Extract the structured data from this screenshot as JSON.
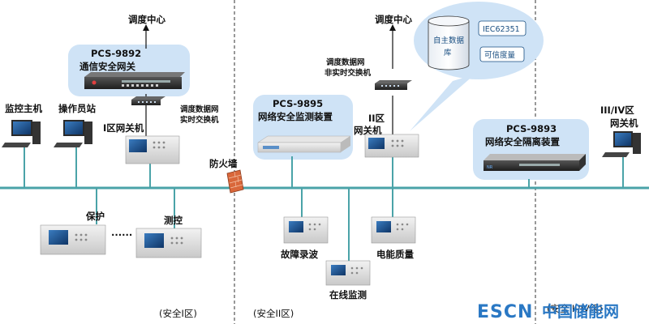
{
  "labels": {
    "dispatch_center_left": "调度中心",
    "dispatch_center_right": "调度中心",
    "pcs9892_model": "PCS-9892",
    "pcs9892_name": "通信安全网关",
    "pcs9895_model": "PCS-9895",
    "pcs9895_name": "网络安全监测装置",
    "pcs9893_model": "PCS-9893",
    "pcs9893_name": "网络安全隔离装置",
    "monitor_host": "监控主机",
    "operator_station": "操作员站",
    "gateway_zone1": "I区网关机",
    "rt_switch_line1": "调度数据网",
    "rt_switch_line2": "实时交换机",
    "nrt_switch_line1": "调度数据网",
    "nrt_switch_line2": "非实时交换机",
    "gateway_zone2_line1": "II区",
    "gateway_zone2_line2": "网关机",
    "gateway_zone34_line1": "III/IV区",
    "gateway_zone34_line2": "网关机",
    "firewall": "防火墙",
    "protection": "保护",
    "dots": "······",
    "measure_control": "测控",
    "fault_recorder": "故障录波",
    "power_quality": "电能质量",
    "online_monitoring": "在线监测",
    "zone1": "(安全I区)",
    "zone2": "(安全II区)",
    "zone34": "(安全III/IV区)"
  },
  "callout": {
    "database_line1": "自主数据",
    "database_line2": "库",
    "iec": "IEC62351",
    "trust": "可信度量"
  },
  "watermark": {
    "escn": "ESCN",
    "cn": "中国储能网"
  },
  "colors": {
    "bus": "#4aa3a8",
    "highlight": "#cfe3f6",
    "divider": "#555555",
    "accent": "#2a78c4"
  }
}
